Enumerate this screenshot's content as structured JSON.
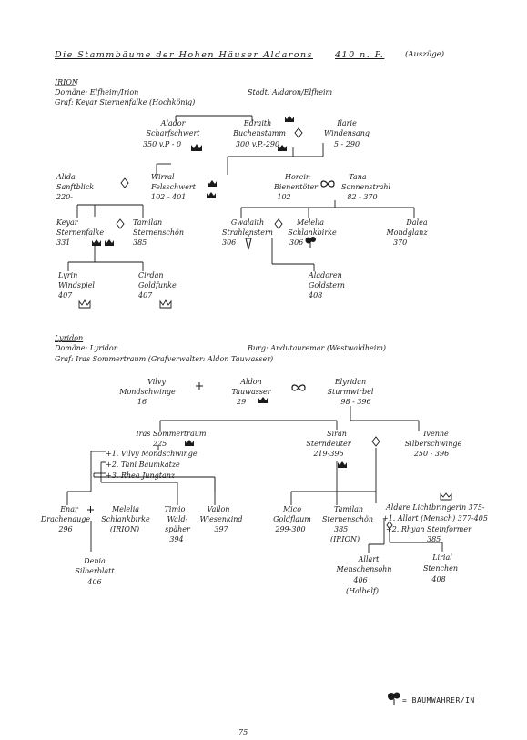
{
  "header": {
    "title": "Die Stammbäume der Hohen Häuser Aldarons",
    "year": "410 n. P.",
    "note": "(Auszüge)"
  },
  "irion": {
    "name": "IRION",
    "domain": "Domäne: Elfheim/Irion",
    "city": "Stadt: Aldaron/Elfheim",
    "count": "Graf: Keyar Sternenfalke (Hochkönig)",
    "persons": {
      "alador": [
        "Alador",
        "Scharfschwert",
        "350 v.P - 0"
      ],
      "edraith": [
        "Edraith",
        "Buchenstamm",
        "300 v.P.-290"
      ],
      "ilarie": [
        "Ilarie",
        "Windensang",
        "5 - 290"
      ],
      "alida": [
        "Alida",
        "Sanftblick",
        "220-"
      ],
      "wirral": [
        "Wirral",
        "Felsschwert",
        "102 - 401"
      ],
      "horein": [
        "Horein",
        "Bienentöter",
        "102"
      ],
      "tana": [
        "Tana",
        "Sonnenstrahl",
        "82 - 370"
      ],
      "keyar": [
        "Keyar",
        "Sternenfalke",
        "331"
      ],
      "tamilan": [
        "Tamilan",
        "Sternenschön",
        "385"
      ],
      "gwalaith": [
        "Gwalaith",
        "Strahlenstern",
        "306"
      ],
      "melelia": [
        "Melelia",
        "Schlankbirke",
        "306"
      ],
      "dalea": [
        "Dalea",
        "Mondglanz",
        "370"
      ],
      "lyrin": [
        "Lyrin",
        "Windspiel",
        "407"
      ],
      "cirdan": [
        "Cirdan",
        "Goldfunke",
        "407"
      ],
      "aladoren": [
        "Aladoren",
        "Goldstern",
        "408"
      ]
    }
  },
  "lyridon": {
    "name": "Lyridon",
    "domain": "Domäne: Lyridon",
    "castle": "Burg: Andutauremar (Westwaldheim)",
    "count": "Graf: Iras Sommertraum  (Grafverwalter: Aldon Tauwasser)",
    "persons": {
      "vilvy": [
        "Vilvy",
        "Mondschwinge",
        "16"
      ],
      "aldon": [
        "Aldon",
        "Tauwasser",
        "29"
      ],
      "elyridan": [
        "Elyridan",
        "Sturmwirbel",
        "98 - 396"
      ],
      "iras": [
        "Iras Sommertraum",
        "225"
      ],
      "siran": [
        "Siran",
        "Sterndeuter",
        "219-396"
      ],
      "ivenne": [
        "Ivenne",
        "Silberschwinge",
        "250 - 396"
      ],
      "wives": [
        "+1. Vilvy Mondschwinge",
        "+2. Tani Baumkatze",
        "+3. Rhea Jungtanz"
      ],
      "enar": [
        "Enar",
        "Drachenauge",
        "296"
      ],
      "melelia2": [
        "Melelia",
        "Schlankbirke",
        "(IRION)"
      ],
      "timio": [
        "Timio",
        "Wald-",
        "späher",
        "394"
      ],
      "vailon": [
        "Vailon",
        "Wiesenkind",
        "397"
      ],
      "mico": [
        "Mico",
        "Goldflaum",
        "299-300"
      ],
      "tamilan2": [
        "Tamilan",
        "Sternenschön",
        "385",
        "(IRION)"
      ],
      "aldare": [
        "Aldare Lichtbringerin 375-",
        "+1. Allart (Mensch) 377-405",
        "+2. Rhyan Steinformer",
        "385"
      ],
      "denia": [
        "Denia",
        "Silberblatt",
        "406"
      ],
      "allart": [
        "Allart",
        "Menschensohn",
        "406",
        "(Halbelf)"
      ],
      "lirial": [
        "Lirial",
        "Stenchen",
        "408"
      ]
    }
  },
  "footer": {
    "legend_label": "= BAUMWAHRER/IN",
    "page_number": "75"
  },
  "colors": {
    "ink": "#1a1a1a",
    "paper": "#ffffff"
  }
}
